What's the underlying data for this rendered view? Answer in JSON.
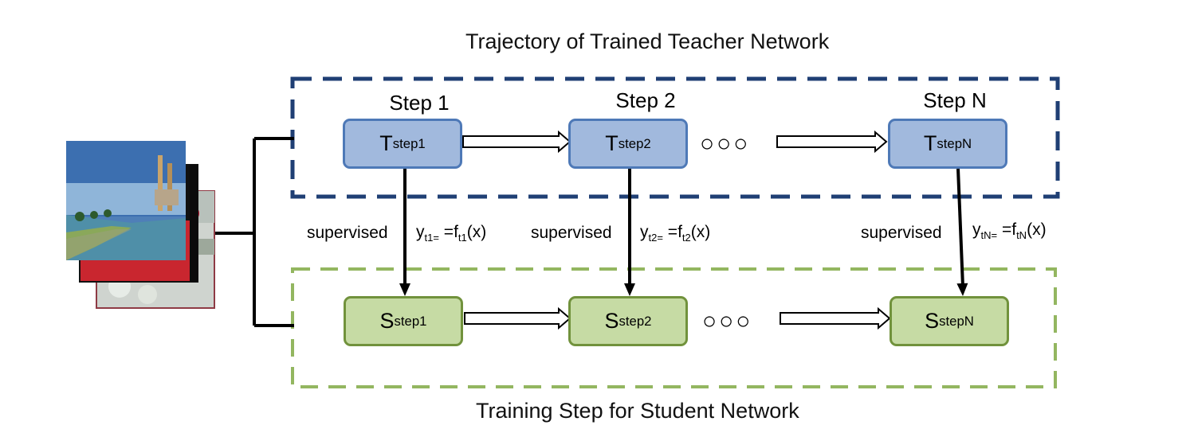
{
  "teacher_title": "Trajectory of  Trained Teacher Network",
  "student_title": "Training Step for Student Network",
  "steps": [
    {
      "label": "Step 1",
      "teacher": {
        "main": "T",
        "sub": "step1"
      },
      "student": {
        "main": "S",
        "sub": "step1"
      },
      "supervised": "supervised",
      "eq": {
        "y": "y",
        "y_sub": "t1=",
        "f_prefix": " =f",
        "f_sub": "t1",
        "arg": "(x)"
      }
    },
    {
      "label": "Step 2",
      "teacher": {
        "main": "T",
        "sub": "step2"
      },
      "student": {
        "main": "S",
        "sub": "step2"
      },
      "supervised": "supervised",
      "eq": {
        "y": "y",
        "y_sub": "t2=",
        "f_prefix": " =f",
        "f_sub": "t2",
        "arg": "(x)"
      }
    },
    {
      "label": "Step N",
      "teacher": {
        "main": "T",
        "sub": "stepN"
      },
      "student": {
        "main": "S",
        "sub": "stepN"
      },
      "supervised": "supervised",
      "eq": {
        "y": "y",
        "y_sub": "tN=",
        "f_prefix": " =f",
        "f_sub": "tN",
        "arg": "(x)"
      }
    }
  ],
  "ellipsis": "○○○",
  "colors": {
    "teacher_fill": "#a1b9dd",
    "teacher_border": "#4e79b7",
    "teacher_dash": "#1f3f74",
    "student_fill": "#c6dba4",
    "student_border": "#71923c",
    "student_dash": "#93b660"
  },
  "icons": [
    "input-image-stack-icon"
  ]
}
